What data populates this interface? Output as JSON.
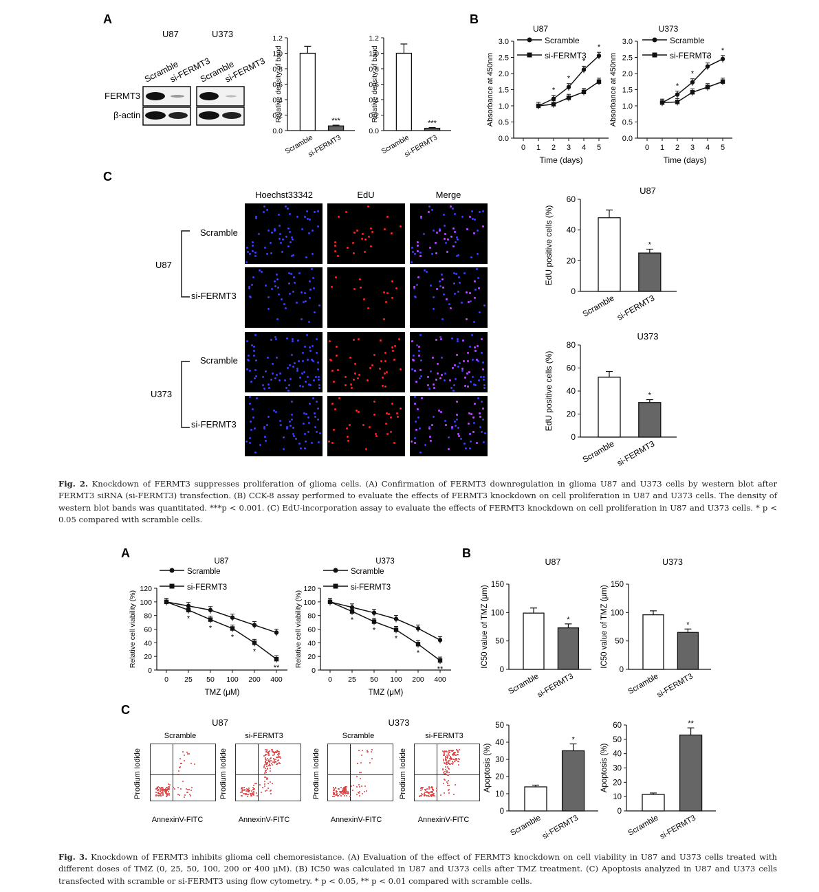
{
  "fig2": {
    "panel_labels": [
      "A",
      "B",
      "C"
    ],
    "western_blot": {
      "cell_lines": [
        "U87",
        "U373"
      ],
      "lanes": [
        "Scramble",
        "si-FERMT3"
      ],
      "rows": [
        "FERMT3",
        "β-actin"
      ]
    },
    "caption": {
      "label": "Fig. 2.",
      "text": "Knockdown of FERMT3 suppresses proliferation of glioma cells. (A) Confirmation of FERMT3 downregulation in glioma U87 and U373 cells by western blot after FERMT3 siRNA (si-FERMT3) transfection. (B) CCK-8 assay performed to evaluate the effects of FERMT3 knockdown on cell proliferation in U87 and U373 cells. The density of western blot bands was quantitated. ***p < 0.001. (C) EdU-incorporation assay to evaluate the effects of FERMT3 knockdown on cell proliferation in U87 and U373 cells. * p < 0.05 compared with scramble cells."
    },
    "edu_images": {
      "columns": [
        "Hoechst33342",
        "EdU",
        "Merge"
      ],
      "groups": [
        {
          "cell_line": "U87",
          "rows": [
            "Scramble",
            "si-FERMT3"
          ]
        },
        {
          "cell_line": "U373",
          "rows": [
            "Scramble",
            "si-FERMT3"
          ]
        }
      ]
    }
  },
  "fig3": {
    "panel_labels": [
      "A",
      "B",
      "C"
    ],
    "flow": {
      "groups": [
        {
          "cell_line": "U87",
          "conditions": [
            "Scramble",
            "si-FERMT3"
          ]
        },
        {
          "cell_line": "U373",
          "conditions": [
            "Scramble",
            "si-FERMT3"
          ]
        }
      ],
      "ylabel": "Prodium Iodide",
      "xlabel": "AnnexinV-FITC"
    },
    "caption": {
      "label": "Fig. 3.",
      "text": "Knockdown of FERMT3 inhibits glioma cell chemoresistance. (A) Evaluation of the effect of FERMT3 knockdown on cell viability in U87 and U373 cells treated with different doses of TMZ (0, 25, 50, 100, 200 or 400 μM). (B) IC50 was calculated in U87 and U373 cells after TMZ treatment. (C) Apoptosis analyzed in U87 and U373 cells transfected with scramble or si-FERMT3 using flow cytometry. * p < 0.05, ** p < 0.01 compared with scramble cells."
    }
  },
  "colors": {
    "open_bar": "#ffffff",
    "filled_bar": "#666666",
    "stroke": "#111111",
    "hoechst": "#3b3bff",
    "edu": "#ff2020"
  },
  "chart_data": [
    {
      "id": "f2a_u87",
      "type": "bar",
      "categories": [
        "Scramble",
        "si-FERMT3"
      ],
      "values": [
        1.0,
        0.06
      ],
      "errors": [
        0.09,
        0.01
      ],
      "ylabel": "Relative density of band",
      "ylim": [
        0,
        1.2
      ],
      "yticks": [
        "0.0",
        "0.2",
        "0.4",
        "0.6",
        "0.8",
        "1.0",
        "1.2"
      ],
      "sig": [
        "",
        "***"
      ]
    },
    {
      "id": "f2a_u373",
      "type": "bar",
      "categories": [
        "Scramble",
        "si-FERMT3"
      ],
      "values": [
        1.0,
        0.03
      ],
      "errors": [
        0.12,
        0.01
      ],
      "ylabel": "Relative density of band",
      "ylim": [
        0,
        1.2
      ],
      "yticks": [
        "0.0",
        "0.2",
        "0.4",
        "0.6",
        "0.8",
        "1.0",
        "1.2"
      ],
      "sig": [
        "",
        "***"
      ]
    },
    {
      "id": "f2b_u87",
      "type": "line",
      "title": "U87",
      "x": [
        1,
        2,
        3,
        4,
        5
      ],
      "xticks": [
        "0",
        "1",
        "2",
        "3",
        "4",
        "5"
      ],
      "xlabel": "Time (days)",
      "ylabel": "Absorbance at 450nm",
      "ylim": [
        0,
        3.0
      ],
      "yticks": [
        "0.0",
        "0.5",
        "1.0",
        "1.5",
        "2.0",
        "2.5",
        "3.0"
      ],
      "series": [
        {
          "name": "Scramble",
          "marker": "circle",
          "values": [
            1.0,
            1.22,
            1.58,
            2.12,
            2.55
          ]
        },
        {
          "name": "si-FERMT3",
          "marker": "square",
          "values": [
            1.0,
            1.05,
            1.25,
            1.43,
            1.75
          ]
        }
      ],
      "sig": [
        "",
        "*",
        "*",
        "*",
        "*"
      ]
    },
    {
      "id": "f2b_u373",
      "type": "line",
      "title": "U373",
      "x": [
        1,
        2,
        3,
        4,
        5
      ],
      "xticks": [
        "0",
        "1",
        "2",
        "3",
        "4",
        "5"
      ],
      "xlabel": "Time (days)",
      "ylabel": "Absorbance at 450nm",
      "ylim": [
        0,
        3.0
      ],
      "yticks": [
        "0.0",
        "0.5",
        "1.0",
        "1.5",
        "2.0",
        "2.5",
        "3.0"
      ],
      "series": [
        {
          "name": "Scramble",
          "marker": "circle",
          "values": [
            1.1,
            1.35,
            1.73,
            2.22,
            2.45
          ]
        },
        {
          "name": "si-FERMT3",
          "marker": "square",
          "values": [
            1.1,
            1.12,
            1.42,
            1.58,
            1.75
          ]
        }
      ],
      "sig": [
        "",
        "*",
        "*",
        "*",
        "*"
      ]
    },
    {
      "id": "f2c_u87",
      "type": "bar",
      "title": "U87",
      "categories": [
        "Scramble",
        "si-FERMT3"
      ],
      "values": [
        48,
        25
      ],
      "errors": [
        5,
        2.5
      ],
      "ylabel": "EdU positive cells (%)",
      "ylim": [
        0,
        60
      ],
      "yticks": [
        "0",
        "20",
        "40",
        "60"
      ],
      "sig": [
        "",
        "*"
      ]
    },
    {
      "id": "f2c_u373",
      "type": "bar",
      "title": "U373",
      "categories": [
        "Scramble",
        "si-FERMT3"
      ],
      "values": [
        52,
        30
      ],
      "errors": [
        5,
        2.5
      ],
      "ylabel": "EdU positive cells (%)",
      "ylim": [
        0,
        80
      ],
      "yticks": [
        "0",
        "20",
        "40",
        "60",
        "80"
      ],
      "sig": [
        "",
        "*"
      ]
    },
    {
      "id": "f3a_u87",
      "type": "line",
      "title": "U87",
      "categories": [
        "0",
        "25",
        "50",
        "100",
        "200",
        "400"
      ],
      "xlabel": "TMZ (μM)",
      "ylabel": "Relative cell viability (%)",
      "ylim": [
        0,
        120
      ],
      "yticks": [
        "0",
        "20",
        "40",
        "60",
        "80",
        "100",
        "120"
      ],
      "series": [
        {
          "name": "Scramble",
          "marker": "circle",
          "values": [
            100,
            94,
            88,
            77,
            66,
            55
          ]
        },
        {
          "name": "si-FERMT3",
          "marker": "square",
          "values": [
            100,
            88,
            74,
            61,
            40,
            16
          ]
        }
      ],
      "sig": [
        "",
        "*",
        "*",
        "*",
        "*",
        "**"
      ]
    },
    {
      "id": "f3a_u373",
      "type": "line",
      "title": "U373",
      "categories": [
        "0",
        "25",
        "50",
        "100",
        "200",
        "400"
      ],
      "xlabel": "TMZ (μM)",
      "ylabel": "Relative cell viability (%)",
      "ylim": [
        0,
        120
      ],
      "yticks": [
        "0",
        "20",
        "40",
        "60",
        "80",
        "100",
        "120"
      ],
      "series": [
        {
          "name": "Scramble",
          "marker": "circle",
          "values": [
            100,
            92,
            84,
            75,
            61,
            44
          ]
        },
        {
          "name": "si-FERMT3",
          "marker": "square",
          "values": [
            100,
            86,
            71,
            59,
            38,
            14
          ]
        }
      ],
      "sig": [
        "",
        "*",
        "*",
        "*",
        "*",
        "**"
      ]
    },
    {
      "id": "f3b_u87",
      "type": "bar",
      "title": "U87",
      "categories": [
        "Scramble",
        "si-FERMT3"
      ],
      "values": [
        99,
        73
      ],
      "errors": [
        9,
        7
      ],
      "ylabel": "IC50 value of TMZ (μm)",
      "ylim": [
        0,
        150
      ],
      "yticks": [
        "0",
        "50",
        "100",
        "150"
      ],
      "sig": [
        "",
        "*"
      ]
    },
    {
      "id": "f3b_u373",
      "type": "bar",
      "title": "U373",
      "categories": [
        "Scramble",
        "si-FERMT3"
      ],
      "values": [
        96,
        65
      ],
      "errors": [
        7,
        6
      ],
      "ylabel": "IC50 value of TMZ (μm)",
      "ylim": [
        0,
        150
      ],
      "yticks": [
        "0",
        "50",
        "100",
        "150"
      ],
      "sig": [
        "",
        "*"
      ]
    },
    {
      "id": "f3c_u87",
      "type": "bar",
      "categories": [
        "Scramble",
        "si-FERMT3"
      ],
      "values": [
        14,
        35
      ],
      "errors": [
        1,
        4
      ],
      "ylabel": "Apoptosis (%)",
      "ylim": [
        0,
        50
      ],
      "yticks": [
        "0",
        "10",
        "20",
        "30",
        "40",
        "50"
      ],
      "sig": [
        "",
        "*"
      ]
    },
    {
      "id": "f3c_u373",
      "type": "bar",
      "categories": [
        "Scramble",
        "si-FERMT3"
      ],
      "values": [
        11.5,
        53
      ],
      "errors": [
        1,
        5
      ],
      "ylabel": "Apoptosis (%)",
      "ylim": [
        0,
        60
      ],
      "yticks": [
        "0",
        "10",
        "20",
        "30",
        "40",
        "50",
        "60"
      ],
      "sig": [
        "",
        "**"
      ]
    }
  ]
}
